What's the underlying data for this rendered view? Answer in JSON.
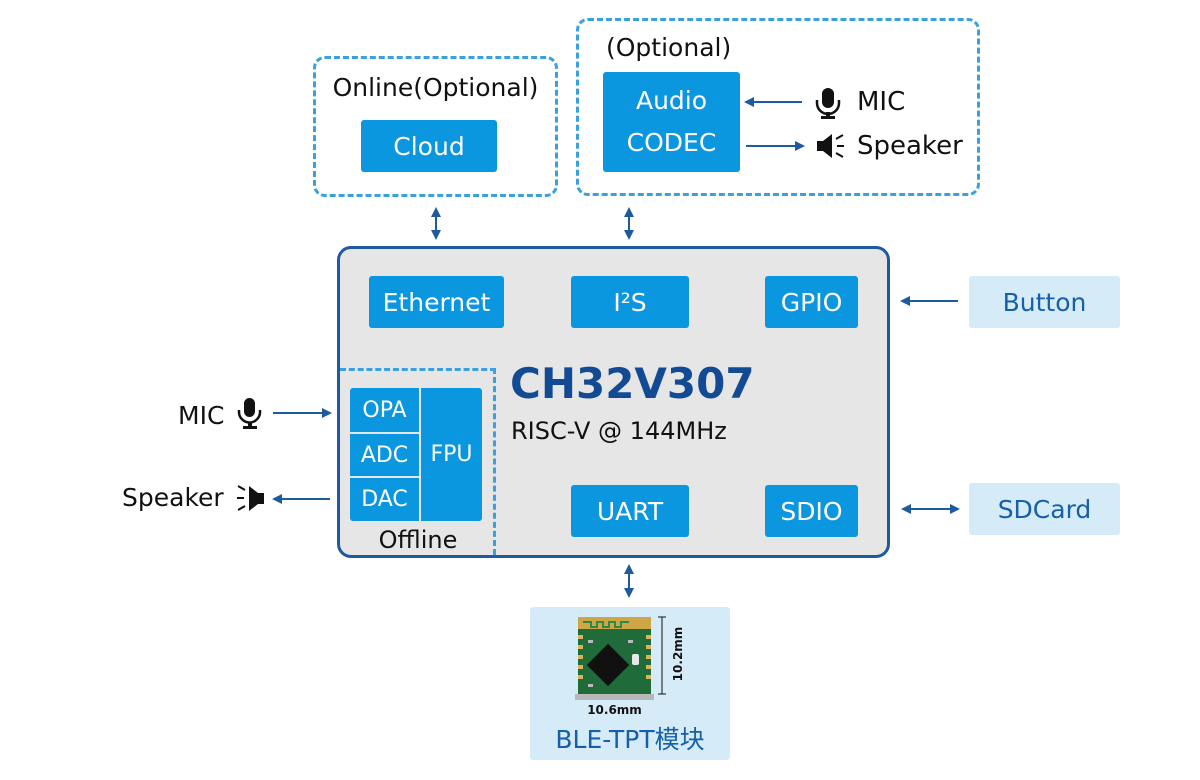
{
  "online_group": {
    "label": "Online(Optional)",
    "cloud": "Cloud"
  },
  "audio_group": {
    "label": "(Optional)",
    "codec_line1": "Audio",
    "codec_line2": "CODEC",
    "mic": "MIC",
    "speaker": "Speaker"
  },
  "chip": {
    "name": "CH32V307",
    "subtitle": "RISC-V @ 144MHz",
    "ethernet": "Ethernet",
    "i2s": "I²S",
    "gpio": "GPIO",
    "uart": "UART",
    "sdio": "SDIO"
  },
  "offline": {
    "label": "Offline",
    "opa": "OPA",
    "adc": "ADC",
    "dac": "DAC",
    "fpu": "FPU"
  },
  "left_io": {
    "mic": "MIC",
    "speaker": "Speaker"
  },
  "right_io": {
    "button": "Button",
    "sdcard": "SDCard"
  },
  "module": {
    "label": "BLE-TPT模块",
    "width_dim": "10.6mm",
    "height_dim": "10.2mm"
  },
  "colors": {
    "chip_border": "#1d5aa0",
    "chip_fill": "#e6e6e6",
    "block_blue": "#0b96e0",
    "dash_blue": "#3aa0e0",
    "arrow": "#1d5aa0",
    "title": "#124b93",
    "light_box": "#d6ebf8"
  }
}
